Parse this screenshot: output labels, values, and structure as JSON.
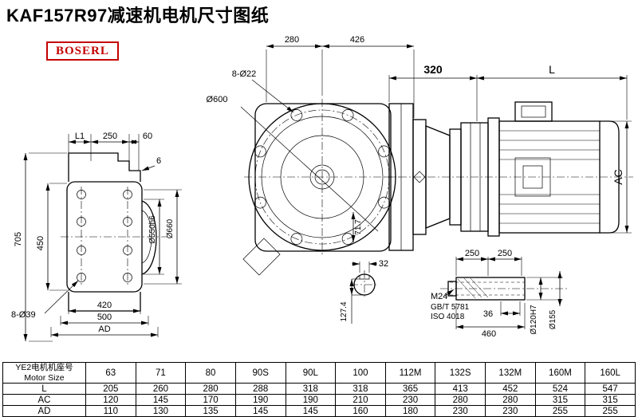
{
  "header": {
    "title": "KAF157R97减速机电机尺寸图纸"
  },
  "logo": {
    "text": "BOSERL"
  },
  "drawing": {
    "front": {
      "dim_280": "280",
      "dim_426": "426",
      "bolt_pattern": "8-Ø22",
      "flange_dia": "Ø600",
      "dim_717": "71.7"
    },
    "side": {
      "dim_320": "320",
      "dim_L": "L",
      "dim_AC": "AC"
    },
    "left": {
      "dim_L1": "L1",
      "dim_250": "250",
      "dim_60": "60",
      "dim_6": "6",
      "dim_705": "705",
      "dim_450": "450",
      "dia_550": "Ø550h6",
      "dia_660": "Ø660",
      "bolt_pattern": "8-Ø39",
      "dim_420": "420",
      "dim_500": "500",
      "dim_AD": "AD"
    },
    "section": {
      "dim_32": "32",
      "dim_1274": "127.4"
    },
    "shaft": {
      "dim_250a": "250",
      "dim_250b": "250",
      "thread": "M24",
      "std_gb": "GB/T 5781",
      "std_iso": "ISO 4018",
      "dim_36": "36",
      "dim_460": "460",
      "dia_120": "Ø120H7",
      "dia_155": "Ø155"
    }
  },
  "table": {
    "header_cn": "YE2电机机座号",
    "header_en": "Motor Size",
    "sizes": [
      "63",
      "71",
      "80",
      "90S",
      "90L",
      "100",
      "112M",
      "132S",
      "132M",
      "160M",
      "160L"
    ],
    "rows": [
      {
        "label": "L",
        "values": [
          "205",
          "260",
          "280",
          "288",
          "318",
          "318",
          "365",
          "413",
          "452",
          "524",
          "547"
        ]
      },
      {
        "label": "AC",
        "values": [
          "120",
          "145",
          "170",
          "190",
          "190",
          "210",
          "230",
          "280",
          "280",
          "315",
          "315"
        ]
      },
      {
        "label": "AD",
        "values": [
          "110",
          "130",
          "135",
          "145",
          "145",
          "160",
          "180",
          "230",
          "230",
          "255",
          "255"
        ]
      }
    ]
  }
}
